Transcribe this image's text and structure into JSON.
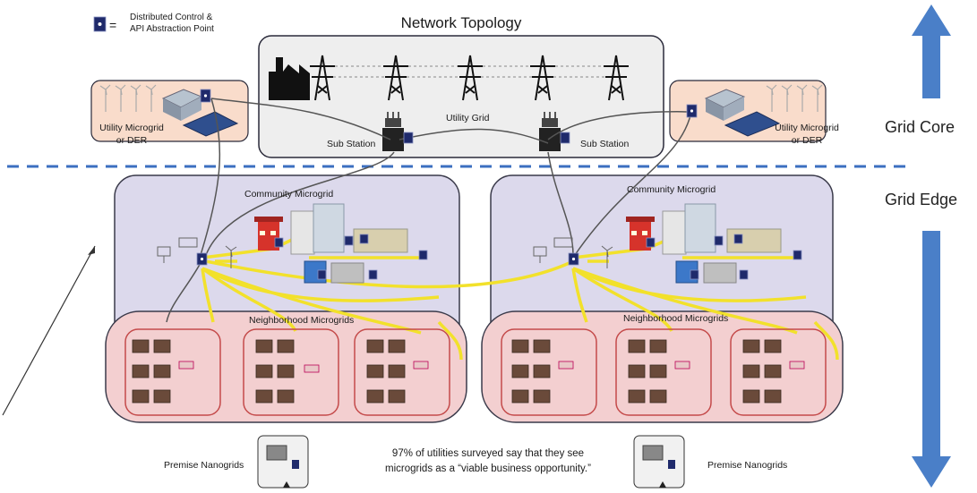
{
  "legend": {
    "equals": "=",
    "line1": "Distributed Control &",
    "line2": "API Abstraction Point"
  },
  "title": "Network Topology",
  "grid": {
    "utility_grid": "Utility Grid",
    "substation_left": "Sub Station",
    "substation_right": "Sub Station"
  },
  "left_der": {
    "line1": "Utility Microgrid",
    "line2": "or DER"
  },
  "right_der": {
    "line1": "Utility Microgrid",
    "line2": "or DER"
  },
  "side": {
    "core": "Grid Core",
    "edge": "Grid Edge"
  },
  "community_left": "Community Microgrid",
  "community_right": "Community Microgrid",
  "neighborhood_left": "Neighborhood Microgrids",
  "neighborhood_right": "Neighborhood Microgrids",
  "premise_left": "Premise Nanogrids",
  "premise_right": "Premise Nanogrids",
  "footer": {
    "line1": "97% of utilities surveyed say that they see",
    "line2": "microgrids as a “viable business opportunity.”"
  },
  "colors": {
    "topology_box": "#eeeeee",
    "der_box": "#f9dccb",
    "community_box": "#dcd9ec",
    "neighborhood_box": "#f3cfd0",
    "arrow": "#4a7fc8",
    "yellow_line": "#f2e12b",
    "control_point": "#1f2a6b",
    "dash_line": "#3b6fc0"
  }
}
